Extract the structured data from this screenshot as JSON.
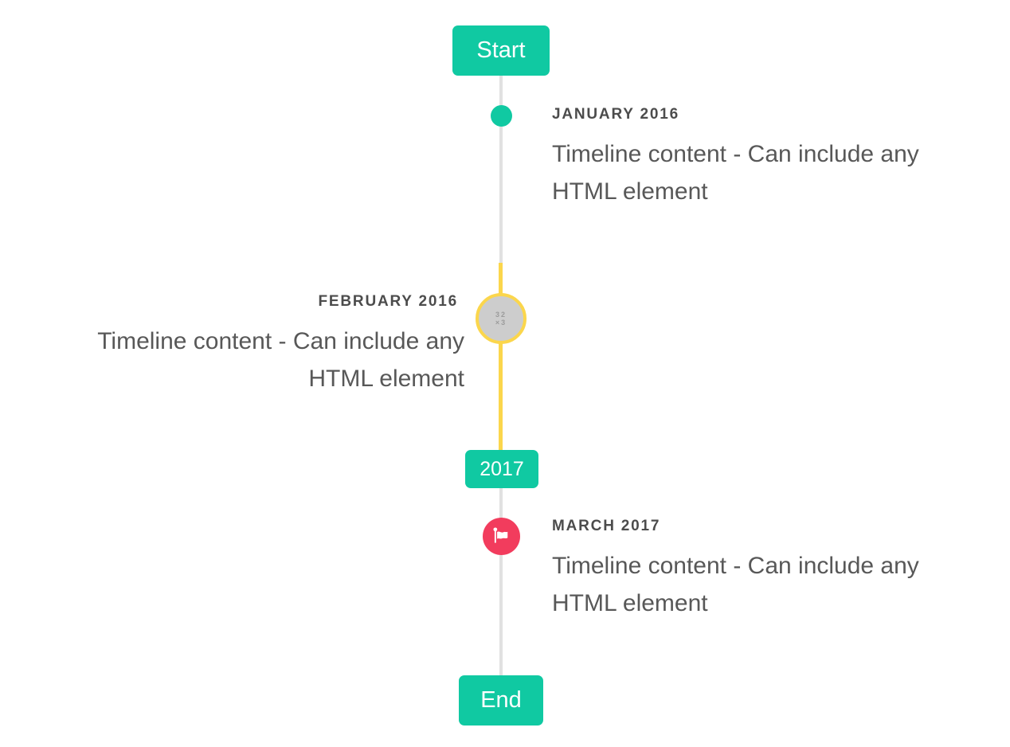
{
  "timeline": {
    "start_badge": "Start",
    "year_badge": "2017",
    "end_badge": "End",
    "events": [
      {
        "title": "JANUARY 2016",
        "content": "Timeline content - Can include any HTML element",
        "side": "right",
        "marker": "teal-dot"
      },
      {
        "title": "FEBRUARY 2016",
        "content": "Timeline content - Can include any HTML element",
        "side": "left",
        "marker": "gray-circle-selected",
        "marker_placeholder": "32\n×3"
      },
      {
        "title": "MARCH 2017",
        "content": "Timeline content - Can include any HTML element",
        "side": "right",
        "marker": "flag-icon"
      }
    ],
    "colors": {
      "accent_teal": "#10c9a2",
      "highlight_yellow": "#fbd64c",
      "line_gray": "#e1e1e1",
      "flag_red": "#f23c5d",
      "marker_gray": "#cdcdcd",
      "title_text": "#4c4c4c",
      "body_text": "#585858",
      "badge_text": "#ffffff"
    },
    "icons": {
      "march_marker": "flag-icon",
      "february_marker": "broken-image-placeholder"
    }
  }
}
